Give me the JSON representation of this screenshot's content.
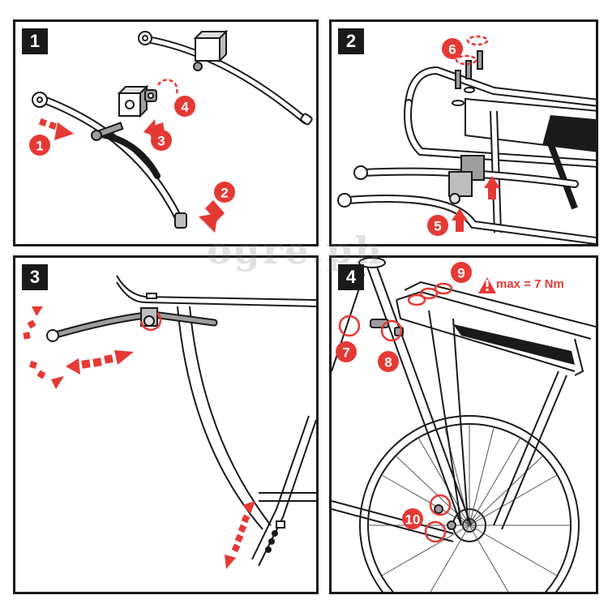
{
  "panels": [
    {
      "number": "1"
    },
    {
      "number": "2"
    },
    {
      "number": "3"
    },
    {
      "number": "4"
    }
  ],
  "callouts": {
    "c1": "1",
    "c2": "2",
    "c3": "3",
    "c4": "4",
    "c5": "5",
    "c6": "6",
    "c7": "7",
    "c8": "8",
    "c9": "9",
    "c10": "10"
  },
  "warning": {
    "text": "max = 7 Nm",
    "icon": "warning-triangle-icon"
  },
  "watermark": {
    "text": "ogre.ph"
  },
  "colors": {
    "accent": "#e53935",
    "line": "#1a1a1a",
    "part": "#9e9e9e"
  }
}
